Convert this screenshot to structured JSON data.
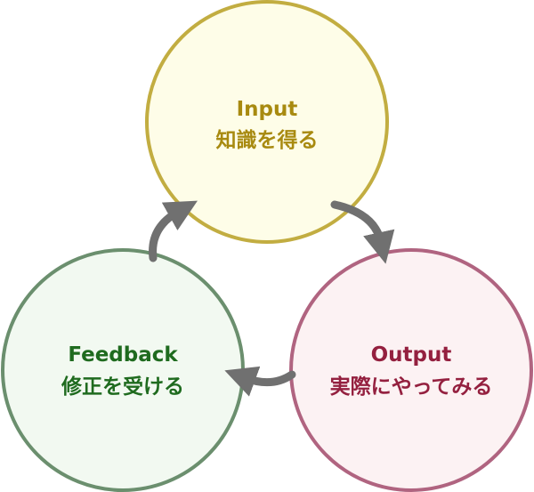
{
  "nodes": [
    {
      "id": "input",
      "title": "Input",
      "subtitle": "知識を得る",
      "fill": "#fefde8",
      "stroke": "#c2ad41",
      "text_color": "#a88a10"
    },
    {
      "id": "output",
      "title": "Output",
      "subtitle": "実際にやってみる",
      "fill": "#fcf2f3",
      "stroke": "#b06480",
      "text_color": "#94203f"
    },
    {
      "id": "feedback",
      "title": "Feedback",
      "subtitle": "修正を受ける",
      "fill": "#f2f9f1",
      "stroke": "#6b8f6e",
      "text_color": "#1f6b1f"
    }
  ],
  "arrow_color": "#707070",
  "cycle": [
    "input",
    "output",
    "feedback"
  ]
}
